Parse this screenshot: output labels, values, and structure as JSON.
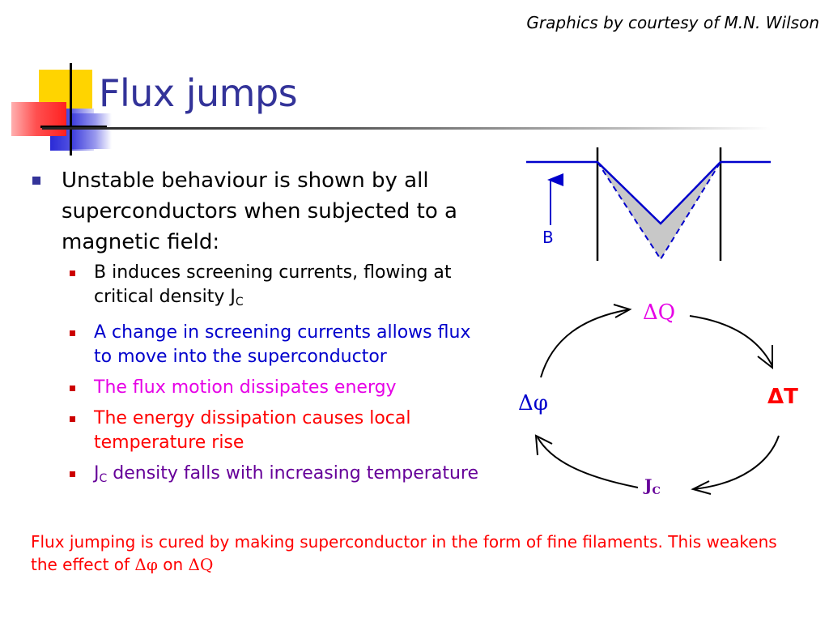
{
  "credit": "Graphics by courtesy of M.N. Wilson",
  "title": "Flux jumps",
  "bullet": {
    "text": "Unstable behaviour is shown by all superconductors when subjected to a magnetic field:",
    "subs": [
      {
        "text": "B induces screening currents, flowing at critical density J",
        "sub": "C",
        "color": "#000000"
      },
      {
        "text": "A change in screening currents allows flux to move into the superconductor",
        "color": "#0000cc"
      },
      {
        "text": "The flux motion dissipates energy",
        "color": "#e600e6"
      },
      {
        "text": "The energy dissipation causes local temperature rise",
        "color": "#ff0000"
      },
      {
        "prefix": "J",
        "sub": "C",
        "text": " density falls with increasing temperature",
        "color": "#660099"
      }
    ]
  },
  "footer": {
    "text": "Flux jumping is cured by making superconductor in the form of fine filaments. This weakens the effect of ",
    "sym1": "Δφ",
    "mid": " on ",
    "sym2": "ΔQ"
  },
  "diagram": {
    "b_label": "B",
    "cycle": {
      "dq": "ΔQ",
      "dt": "ΔT",
      "jc": "J",
      "jc_sub": "C",
      "dphi": "Δφ"
    }
  },
  "colors": {
    "title": "#333399",
    "bullet": "#333399",
    "sub_bullet": "#cc0000",
    "field_line": "#0000cc",
    "dq": "#e600e6",
    "dt": "#ff0000",
    "jc": "#660099",
    "dphi": "#0000cc"
  }
}
